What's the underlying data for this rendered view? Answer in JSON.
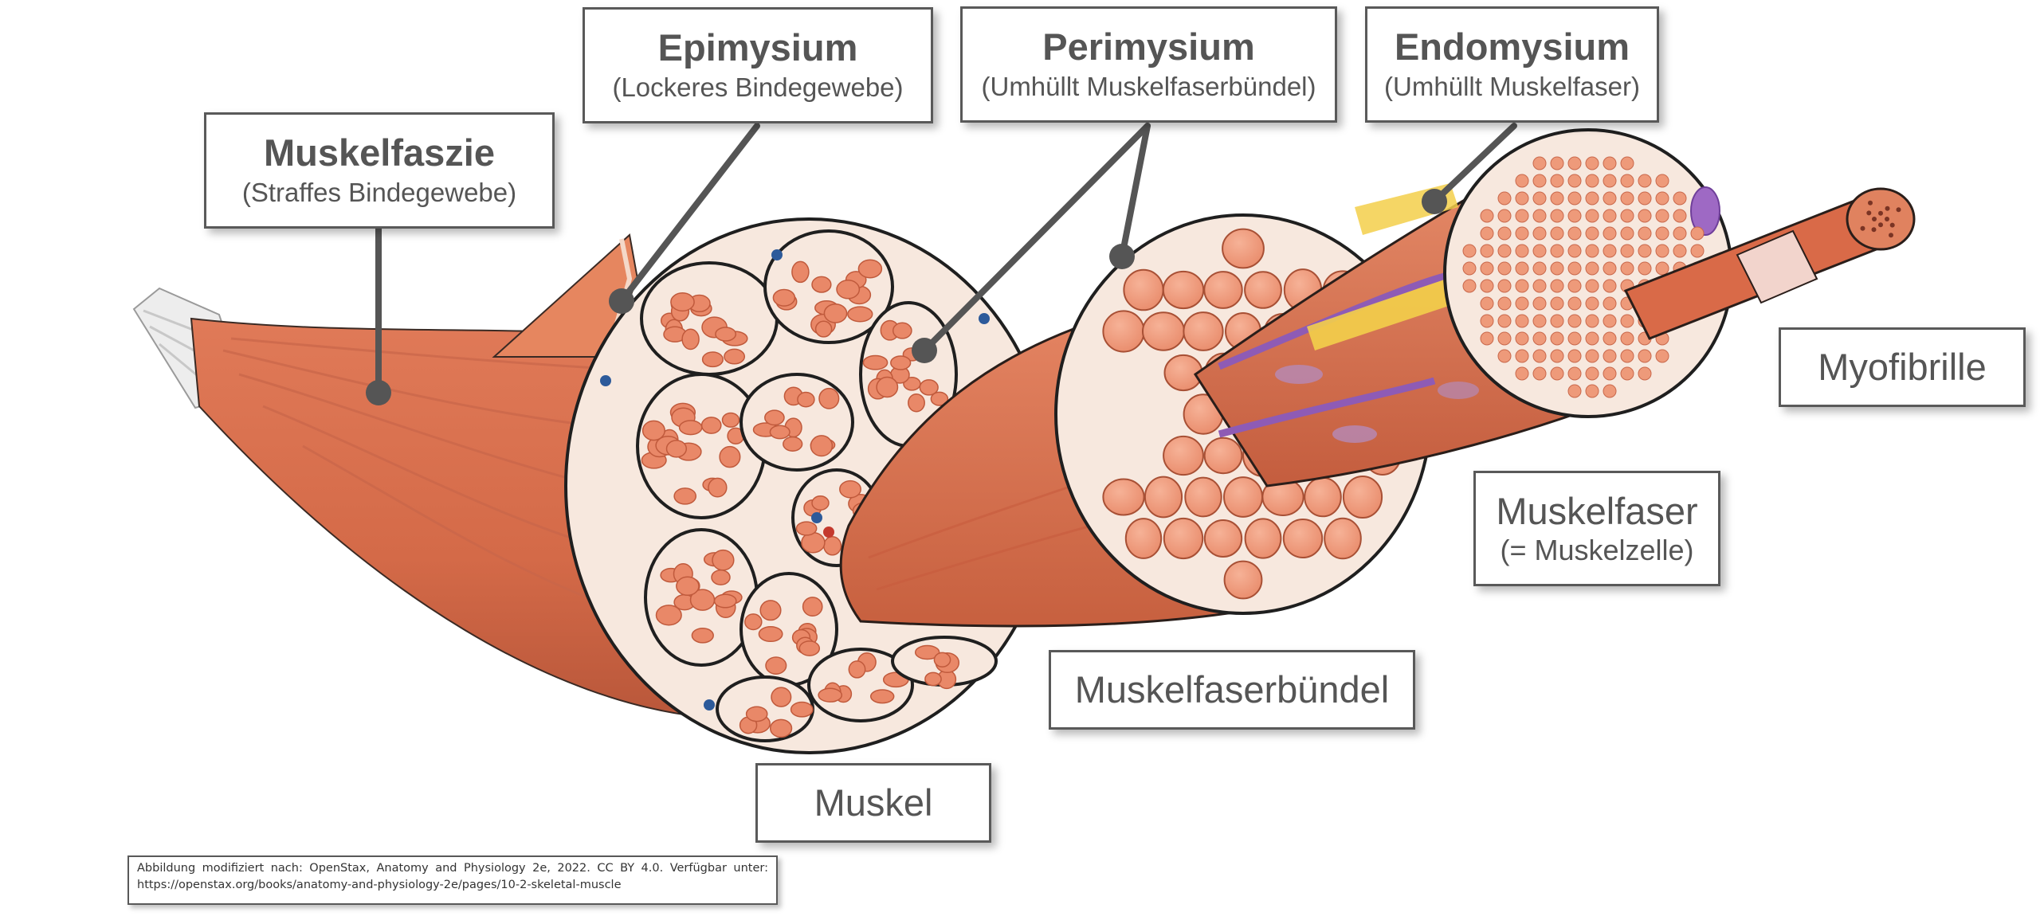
{
  "labels": {
    "muskelfaszie": {
      "title": "Muskelfaszie",
      "sub": "(Straffes Bindegewebe)"
    },
    "epimysium": {
      "title": "Epimysium",
      "sub": "(Lockeres Bindegewebe)"
    },
    "perimysium": {
      "title": "Perimysium",
      "sub": "(Umhüllt Muskelfaserbündel)"
    },
    "endomysium": {
      "title": "Endomysium",
      "sub": "(Umhüllt Muskelfaser)"
    },
    "myofibrille": {
      "title": "Myofibrille"
    },
    "muskelfaser": {
      "title": "Muskelfaser",
      "sub": "(= Muskelzelle)"
    },
    "muskelfaserbuendel": {
      "title": "Muskelfaserbündel"
    },
    "muskel": {
      "title": "Muskel"
    }
  },
  "credit": {
    "line1": "Abbildung modifiziert nach: OpenStax, Anatomy and Physiology 2e, 2022. CC BY 4.0. Verfügbar unter:",
    "line2": "https://openstax.org/books/anatomy-and-physiology-2e/pages/10-2-skeletal-muscle"
  },
  "colors": {
    "muscle": "#d9714f",
    "muscle_dark": "#b85a3c",
    "fiber": "#ee9a7a",
    "connective": "#f6e4d8",
    "outline": "#1f1f1f",
    "leader": "#555555",
    "nerve_purple": "#8e5bb5",
    "fat_yellow": "#f3cf4a",
    "vessel_blue": "#2d5a9a",
    "vessel_red": "#c4392d"
  }
}
